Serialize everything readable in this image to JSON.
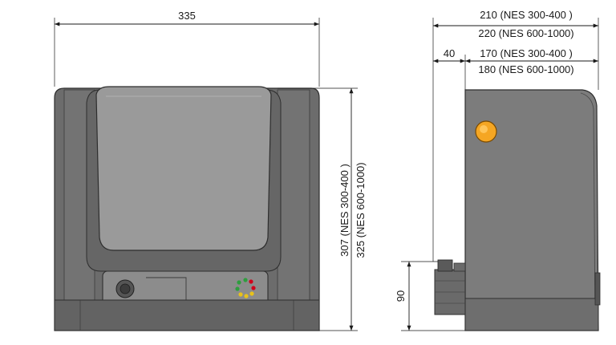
{
  "dimensions": {
    "front_width": "335",
    "side_total_line1": "210 (NES 300-400  )",
    "side_total_line2": "220 (NES 600-1000)",
    "side_offset": "40",
    "side_body_line1": "170 (NES 300-400  )",
    "side_body_line2": "180 (NES 600-1000)",
    "height_line1": "307 (NES 300-400  )",
    "height_line2": "325 (NES 600-1000)",
    "base_height": "90"
  },
  "colors": {
    "body_dark": "#6e6e6e",
    "body_mid": "#7d7d7d",
    "cover_light": "#999999",
    "panel": "#8a8a8a",
    "outline": "#333333",
    "knob_orange": "#f5a623",
    "led_red": "#d0021b",
    "led_green": "#2e9e3e",
    "led_yellow": "#e8c21a"
  }
}
